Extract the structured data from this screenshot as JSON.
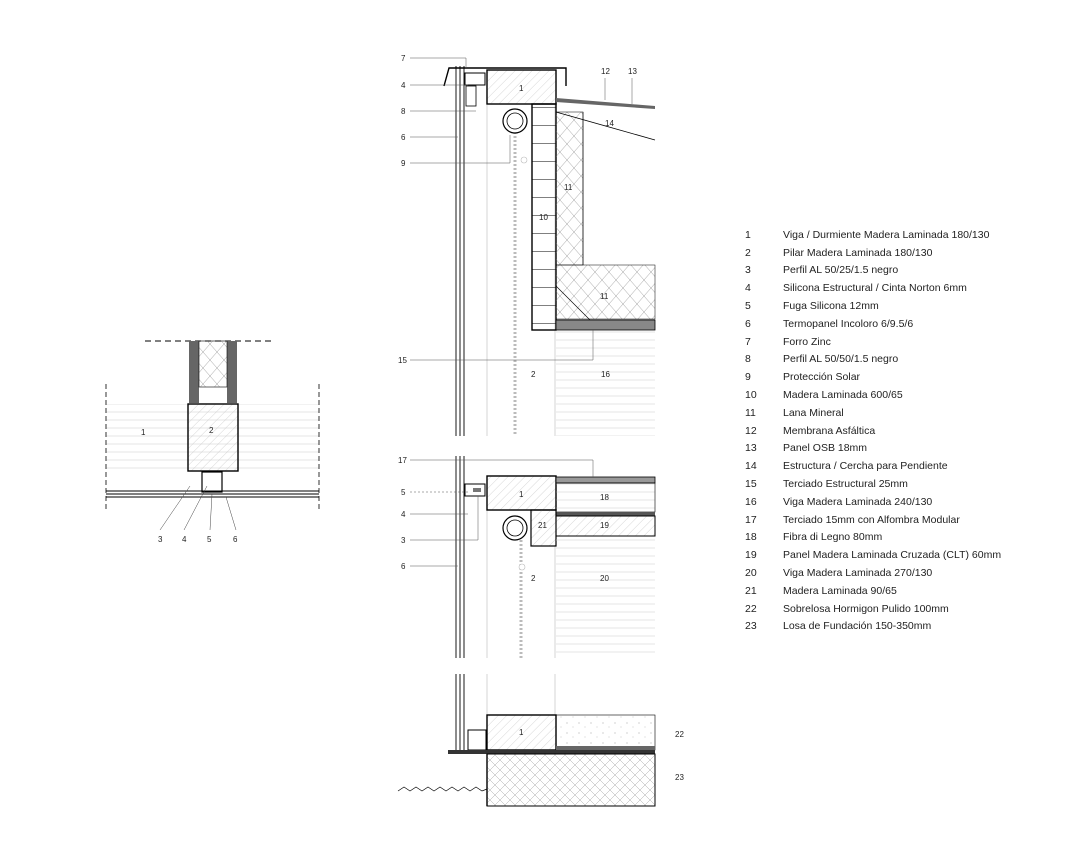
{
  "legend": [
    {
      "num": "1",
      "text": "Viga / Durmiente  Madera Laminada 180/130"
    },
    {
      "num": "2",
      "text": "Pilar Madera Laminada 180/130"
    },
    {
      "num": "3",
      "text": "Perfil AL 50/25/1.5 negro"
    },
    {
      "num": "4",
      "text": "Silicona Estructural / Cinta Norton 6mm"
    },
    {
      "num": "5",
      "text": "Fuga Silicona 12mm"
    },
    {
      "num": "6",
      "text": "Termopanel Incoloro 6/9.5/6"
    },
    {
      "num": "7",
      "text": "Forro Zinc"
    },
    {
      "num": "8",
      "text": "Perfil AL 50/50/1.5 negro"
    },
    {
      "num": "9",
      "text": "Protección Solar"
    },
    {
      "num": "10",
      "text": "Madera Laminada 600/65"
    },
    {
      "num": "11",
      "text": "Lana Mineral"
    },
    {
      "num": "12",
      "text": "Membrana Asfáltica"
    },
    {
      "num": "13",
      "text": "Panel OSB 18mm"
    },
    {
      "num": "14",
      "text": "Estructura / Cercha para Pendiente"
    },
    {
      "num": "15",
      "text": "Terciado Estructural 25mm"
    },
    {
      "num": "16",
      "text": "Viga Madera Laminada 240/130"
    },
    {
      "num": "17",
      "text": "Terciado 15mm con Alfombra Modular"
    },
    {
      "num": "18",
      "text": "Fibra di Legno 80mm"
    },
    {
      "num": "19",
      "text": "Panel Madera Laminada Cruzada (CLT) 60mm"
    },
    {
      "num": "20",
      "text": "Viga Madera Laminada 270/130"
    },
    {
      "num": "21",
      "text": "Madera Laminada 90/65"
    },
    {
      "num": "22",
      "text": "Sobrelosa Hormigon Pulido 100mm"
    },
    {
      "num": "23",
      "text": "Losa de Fundación 150-350mm"
    }
  ],
  "plan_detail": {
    "callouts": [
      "1",
      "2",
      "3",
      "4",
      "5",
      "6"
    ]
  },
  "section_top": {
    "callouts": [
      "7",
      "4",
      "8",
      "6",
      "9",
      "12",
      "13",
      "14",
      "11",
      "10",
      "11",
      "15",
      "2",
      "16",
      "1"
    ]
  },
  "section_mid": {
    "callouts": [
      "17",
      "5",
      "4",
      "3",
      "6",
      "1",
      "18",
      "21",
      "19",
      "2",
      "20"
    ]
  },
  "section_bottom": {
    "callouts": [
      "1",
      "22",
      "23"
    ]
  }
}
